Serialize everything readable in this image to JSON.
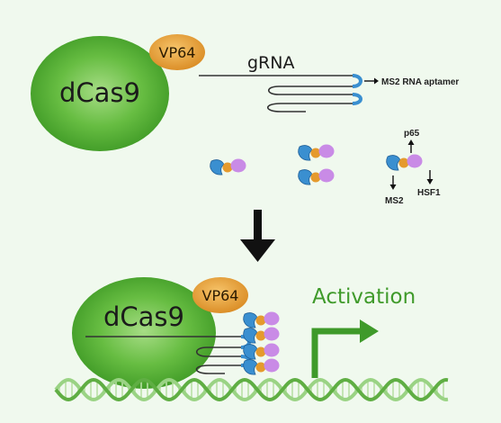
{
  "labels": {
    "dcas9_top": "dCas9",
    "vp64_top": "VP64",
    "grna": "gRNA",
    "aptamer": "MS2 RNA aptamer",
    "p65": "p65",
    "ms2": "MS2",
    "hsf1": "HSF1",
    "dcas9_bottom": "dCas9",
    "vp64_bottom": "VP64",
    "activation": "Activation"
  },
  "colors": {
    "background": "#f0f9ee",
    "dcas9_green": "#5cb63a",
    "vp64_orange": "#e8a43c",
    "ms2_blue": "#3a8fd0",
    "p65_orange": "#e59a2d",
    "hsf1_purple": "#c98be6",
    "activation_green": "#3f9a2a",
    "dna_green": "#8ccc76"
  },
  "icons": {
    "arrow_down": "down-arrow-icon",
    "activation_arrow": "bent-arrow-icon"
  }
}
